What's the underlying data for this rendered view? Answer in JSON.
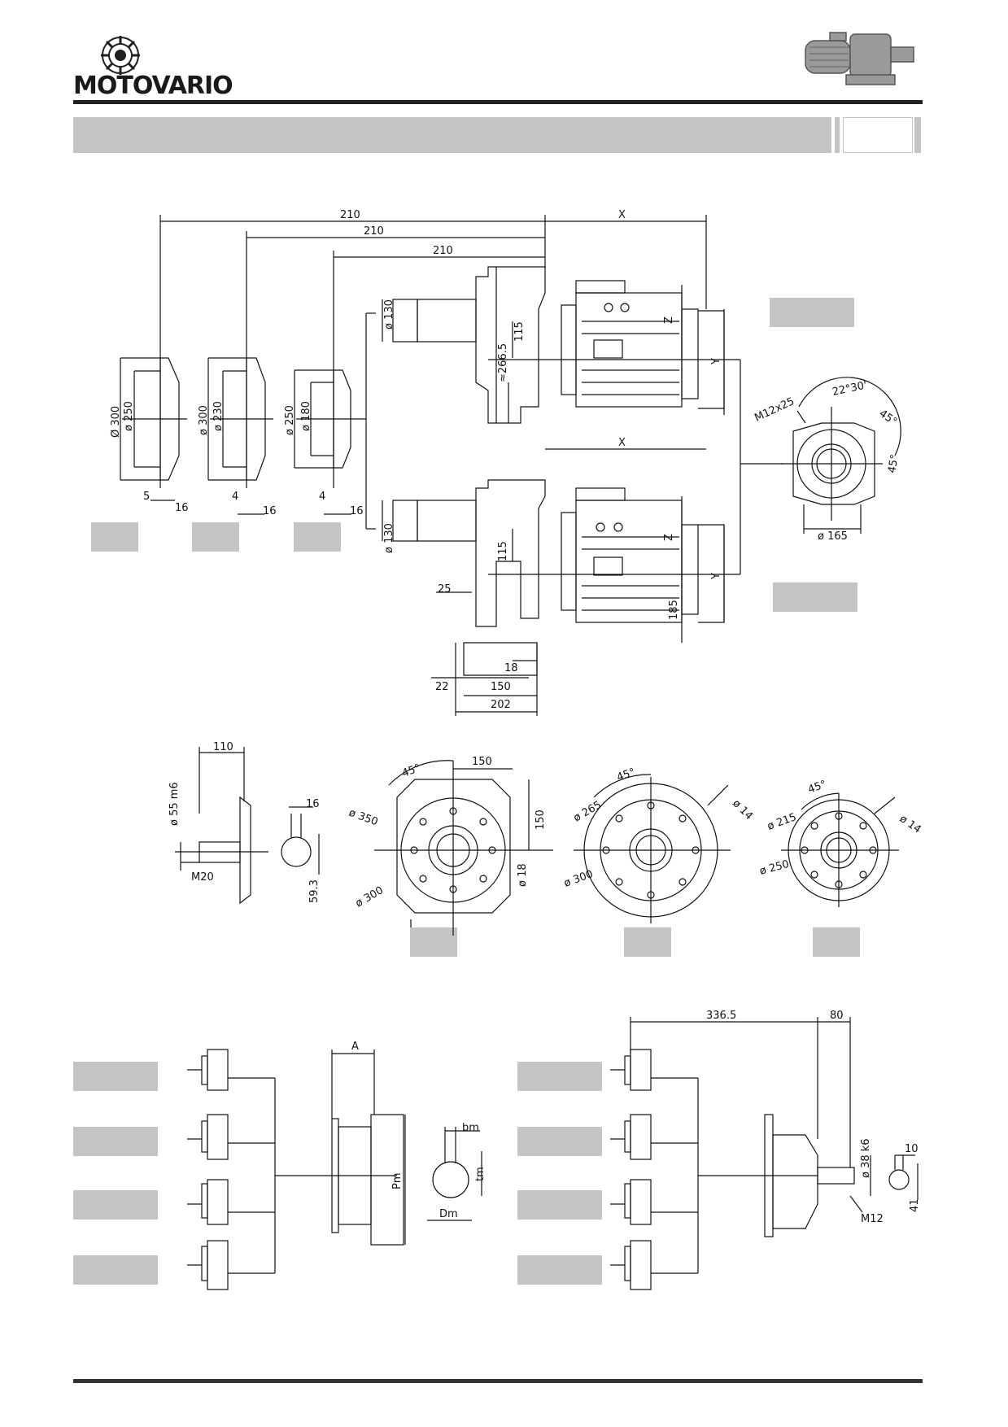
{
  "brand": {
    "name": "MOTOVARIO",
    "logo_icon": "gear-flower-icon",
    "product_icon": "gearmotor-thumbnail-icon"
  },
  "colors": {
    "label_box": "#c4c4c4",
    "rule": "#222222",
    "line": "#111111"
  },
  "top_view": {
    "dims_210": [
      "210",
      "210",
      "210"
    ],
    "x_upper": "X",
    "x_lower": "X",
    "z_upper": "Z",
    "z_lower": "Z",
    "y_upper": "Y",
    "y_lower": "Y",
    "shaft_dia_upper": "ø 130",
    "shaft_dia_lower": "ø 130",
    "dim_115_upper": "115",
    "dim_115_lower": "115",
    "dim_266": "≈266.5",
    "dim_185": "185",
    "dim_25": "25",
    "dim_18": "18",
    "dim_22": "22",
    "dim_150": "150",
    "dim_202": "202"
  },
  "flanges_left": [
    {
      "outer": "Ø 300",
      "inner": "ø 250",
      "t1": "5",
      "t2": "16"
    },
    {
      "outer": "ø 300",
      "inner": "ø 230",
      "t1": "4",
      "t2": "16"
    },
    {
      "outer": "ø 250",
      "inner": "ø 180",
      "t1": "4",
      "t2": "16"
    }
  ],
  "end_view": {
    "thread": "M12x25",
    "angle_a": "22°30'",
    "angle_b": "45°",
    "angle_c": "45°",
    "pcd": "ø 165"
  },
  "shaft_detail": {
    "len": "110",
    "dia": "ø 55 m6",
    "thread": "M20",
    "key_w": "16",
    "key_h": "59.3"
  },
  "flange_views": [
    {
      "angle": "45°",
      "d1": "ø 350",
      "d2": "ø 300",
      "side": "150",
      "side2": "150",
      "hole": "ø 18"
    },
    {
      "angle": "45°",
      "d1": "ø 265",
      "d2": "ø 300",
      "hole": "ø 14"
    },
    {
      "angle": "45°",
      "d1": "ø 215",
      "d2": "ø 250",
      "hole": "ø 14"
    }
  ],
  "bottom_left": {
    "dim_a": "A",
    "pm": "Pm",
    "bm": "bm",
    "tm": "tm",
    "dm": "Dm"
  },
  "bottom_right": {
    "dim_336": "336.5",
    "dim_80": "80",
    "dia": "ø 38 k6",
    "key_w": "10",
    "key_h": "41",
    "thread": "M12"
  }
}
